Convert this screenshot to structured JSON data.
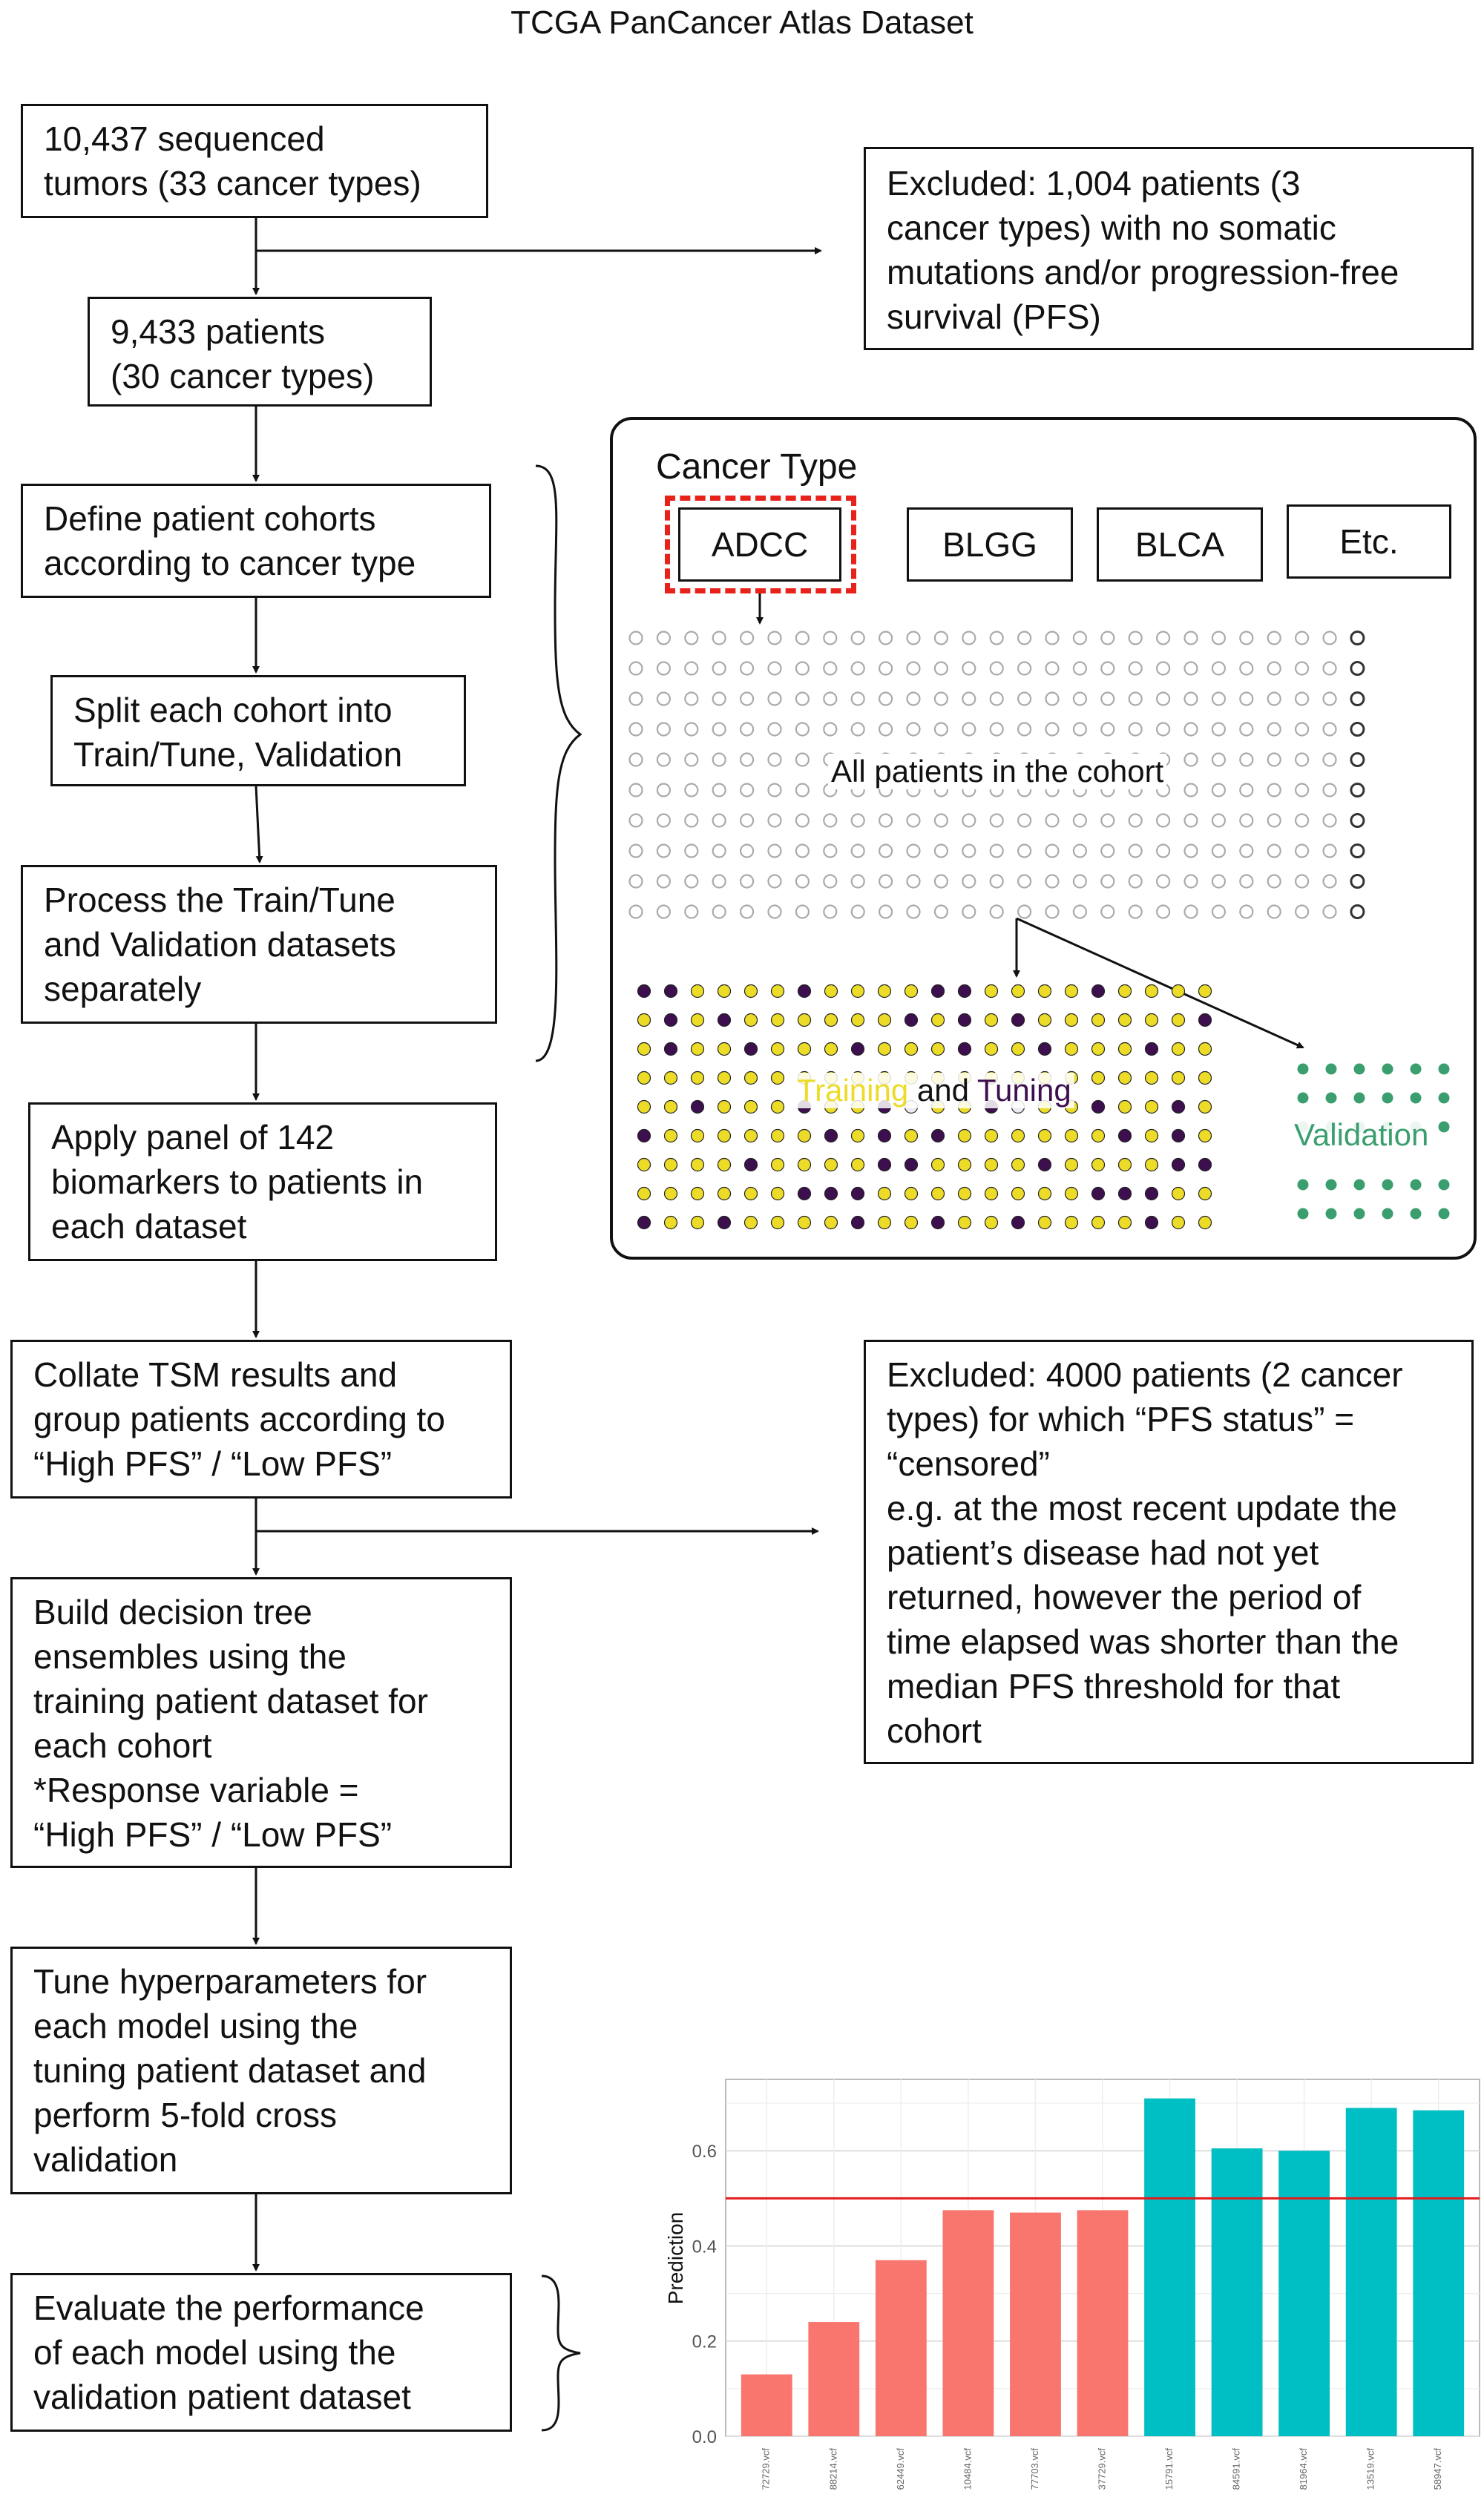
{
  "title": "TCGA PanCancer Atlas Dataset",
  "flow": {
    "sequenced": "10,437 sequenced\ntumors (33 cancer types)",
    "patients": "9,433 patients\n(30 cancer types)",
    "define": "Define patient cohorts\naccording to cancer type",
    "split": "Split each cohort into\nTrain/Tune, Validation",
    "process": "Process the Train/Tune\nand Validation datasets\nseparately",
    "apply": "Apply panel of 142\nbiomarkers to patients in\neach dataset",
    "collate": "Collate TSM results and\ngroup patients according to\n“High PFS” / “Low PFS”",
    "build": "Build decision tree\nensembles using the\ntraining patient dataset for\neach cohort\n*Response variable =\n“High PFS” / “Low PFS”",
    "tune": "Tune hyperparameters for\neach model using the\ntuning patient dataset and\nperform 5-fold cross\nvalidation",
    "evaluate": "Evaluate the performance\nof each model using the\nvalidation patient dataset"
  },
  "excluded_1": "Excluded: 1,004 patients (3\ncancer types) with no somatic\nmutations and/or progression-free\nsurvival (PFS)",
  "excluded_2": "Excluded: 4000 patients (2 cancer\ntypes) for which “PFS status” =\n“censored”\ne.g. at the most recent update the\npatient’s disease had not yet\nreturned, however the period of\ntime elapsed was shorter than the\nmedian PFS threshold for that\ncohort",
  "panel": {
    "heading": "Cancer Type",
    "types": [
      "ADCC",
      "BLGG",
      "BLCA",
      "Etc."
    ],
    "all_patients": "All patients in the cohort",
    "training": "Training",
    "and": "and",
    "tuning": "Tuning",
    "validation": "Validation"
  },
  "colors": {
    "training": "#ecdc28",
    "tuning": "#3d0f4e",
    "validation": "#3a9e6e",
    "low": "#f8766d",
    "high": "#00bfc4",
    "threshold": "#e41a1c",
    "highlight": "#e8221b"
  },
  "chart_data": {
    "type": "bar",
    "ylabel": "Prediction",
    "ylim": [
      0,
      0.75
    ],
    "yticks": [
      "0.0",
      "0.2",
      "0.4",
      "0.6"
    ],
    "threshold": 0.5,
    "categories": [
      "72729.vcf",
      "88214.vcf",
      "62449.vcf",
      "10484.vcf",
      "77703.vcf",
      "37729.vcf",
      "15791.vcf",
      "84591.vcf",
      "81964.vcf",
      "13519.vcf",
      "58947.vcf"
    ],
    "values": [
      0.13,
      0.24,
      0.37,
      0.475,
      0.47,
      0.475,
      0.71,
      0.605,
      0.6,
      0.69,
      0.685
    ],
    "groups": [
      "low",
      "low",
      "low",
      "low",
      "low",
      "low",
      "high",
      "high",
      "high",
      "high",
      "high"
    ]
  }
}
